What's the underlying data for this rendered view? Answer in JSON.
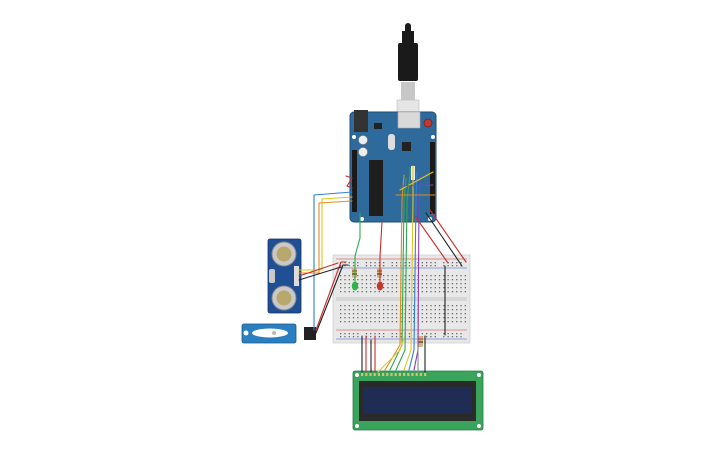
{
  "colors": {
    "arduino_board": "#2f6a9c",
    "breadboard": "#e8e8e8",
    "breadboard_rail_red": "#d23b3b",
    "breadboard_rail_blue": "#3b5bd2",
    "sensor_board": "#1f4f95",
    "servo_body": "#2a7fc0",
    "lcd_pcb": "#3aa35c",
    "lcd_screen": "#1f2d55",
    "usb_cable": "#1a1a1a",
    "wire_red": "#cc2b2b",
    "wire_black": "#222222",
    "wire_green": "#2fa84f",
    "wire_yellow": "#e3c51e",
    "wire_orange": "#e28b1e",
    "wire_blue": "#2f7fd6",
    "wire_purple": "#8a3fb0",
    "wire_gray": "#8c8c8c",
    "led_green": "#2db34a",
    "led_red": "#c0392b"
  },
  "components": {
    "usb_cable": "usb-cable",
    "arduino": "arduino-uno-board",
    "ultrasonic": "ultrasonic-distance-sensor",
    "servo": "micro-servo",
    "breadboard": "half-size-breadboard",
    "lcd": "lcd-16x2",
    "leds": [
      "green-led",
      "red-led"
    ],
    "resistors": [
      "resistor-green-led",
      "resistor-red-led",
      "resistor-lcd"
    ]
  }
}
